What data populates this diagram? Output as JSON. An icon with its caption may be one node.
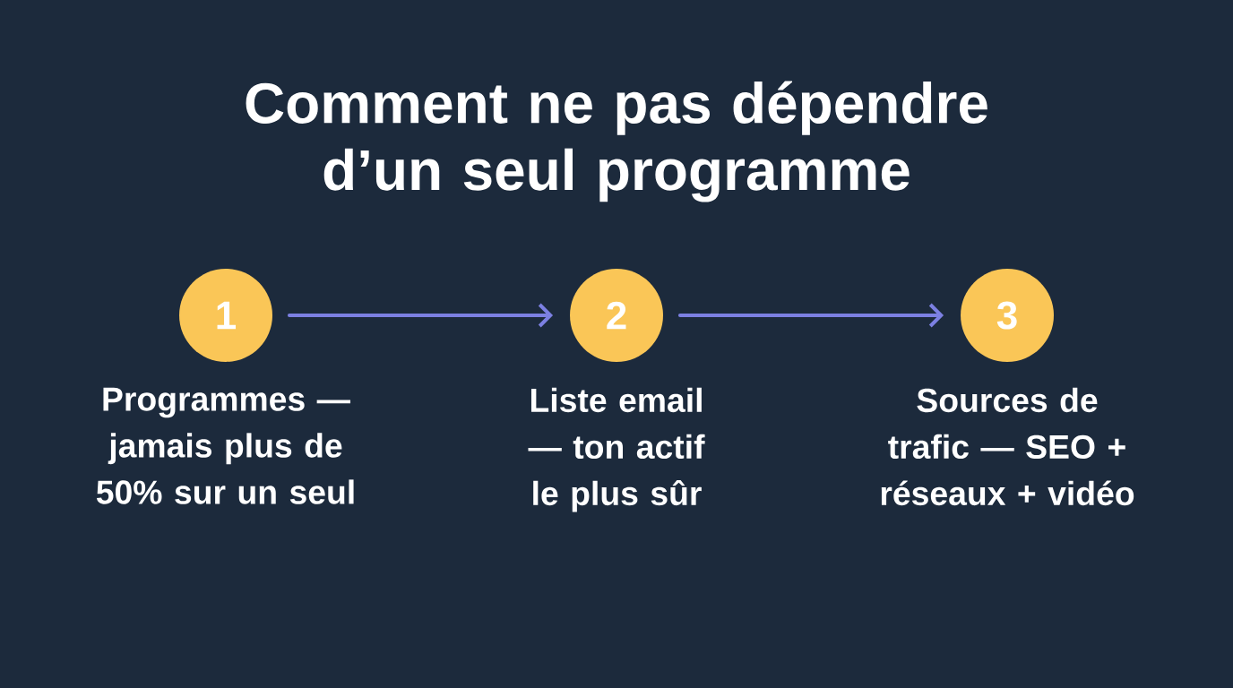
{
  "diagram": {
    "title": "Comment ne pas dépendre d’un seul programme",
    "nodes": [
      {
        "text": [
          "1"
        ],
        "beside": [
          "Programmes — jamais plus de 50% sur un seul"
        ]
      },
      {
        "text": [
          "2"
        ],
        "beside": [
          "Liste email — ton actif le plus sûr"
        ]
      },
      {
        "text": [
          "3"
        ],
        "beside": [
          "Sources de trafic — SEO + réseaux + vidéo"
        ]
      }
    ],
    "edges": [
      {
        "from": 0,
        "to": 1,
        "arrow": "to"
      },
      {
        "from": 1,
        "to": 2,
        "arrow": "to"
      }
    ]
  }
}
